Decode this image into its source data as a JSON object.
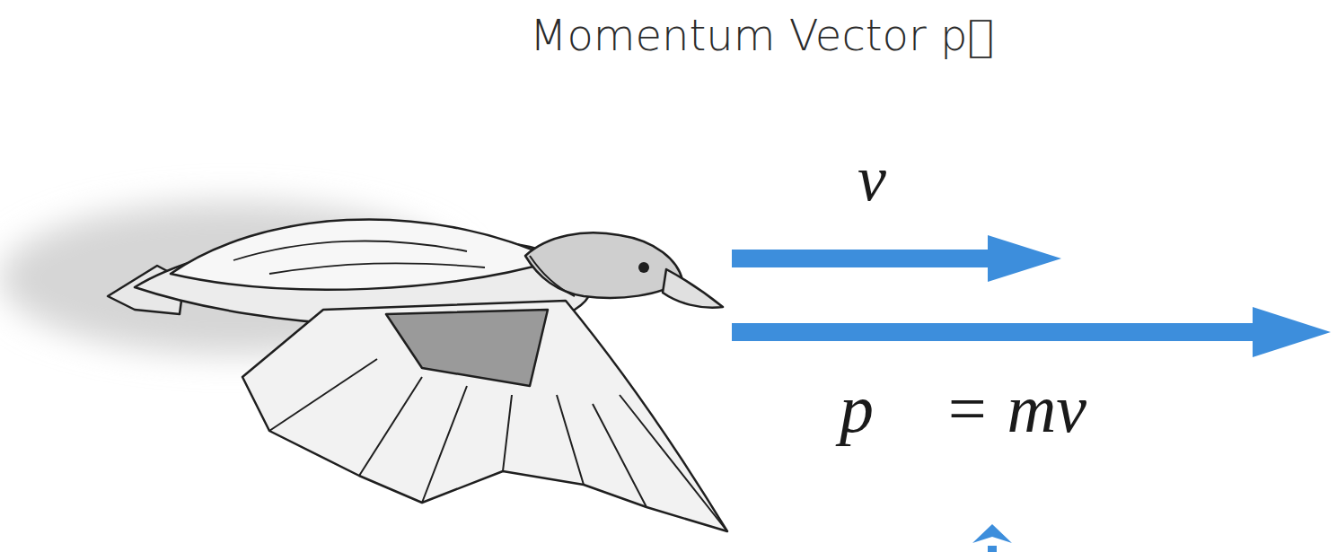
{
  "diagram": {
    "labels": [
      "Momentum Vector p⃗",
      "v⃗",
      "p⃗ = mv⃗"
    ]
  }
}
